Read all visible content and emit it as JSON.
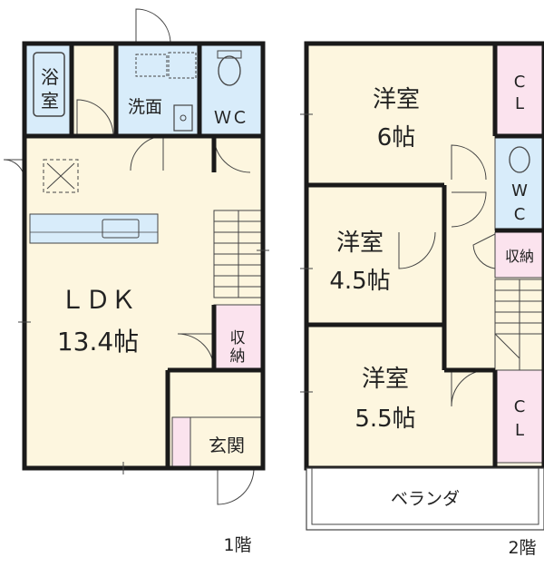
{
  "floor1": {
    "bath": [
      "浴",
      "室"
    ],
    "washroom": "洗面",
    "wc": "ＷＣ",
    "ldk_name": "ＬＤＫ",
    "ldk_size": "13.4帖",
    "storage": [
      "収",
      "納"
    ],
    "entrance": "玄関",
    "floor_label": "1階"
  },
  "floor2": {
    "room_top": {
      "name": "洋室",
      "size": "6帖"
    },
    "room_mid": {
      "name": "洋室",
      "size": "4.5帖"
    },
    "room_bottom": {
      "name": "洋室",
      "size": "5.5帖"
    },
    "closet_top": [
      "C",
      "L"
    ],
    "closet_bottom": [
      "C",
      "L"
    ],
    "wc": [
      "W",
      "C"
    ],
    "storage": "収納",
    "veranda": "ベランダ",
    "floor_label": "2階"
  },
  "colors": {
    "wall": "#1a1a1a",
    "floor": "#fdf6df",
    "wet_area": "#d8ecfa",
    "storage": "#fbe3ee",
    "line": "#444444"
  }
}
